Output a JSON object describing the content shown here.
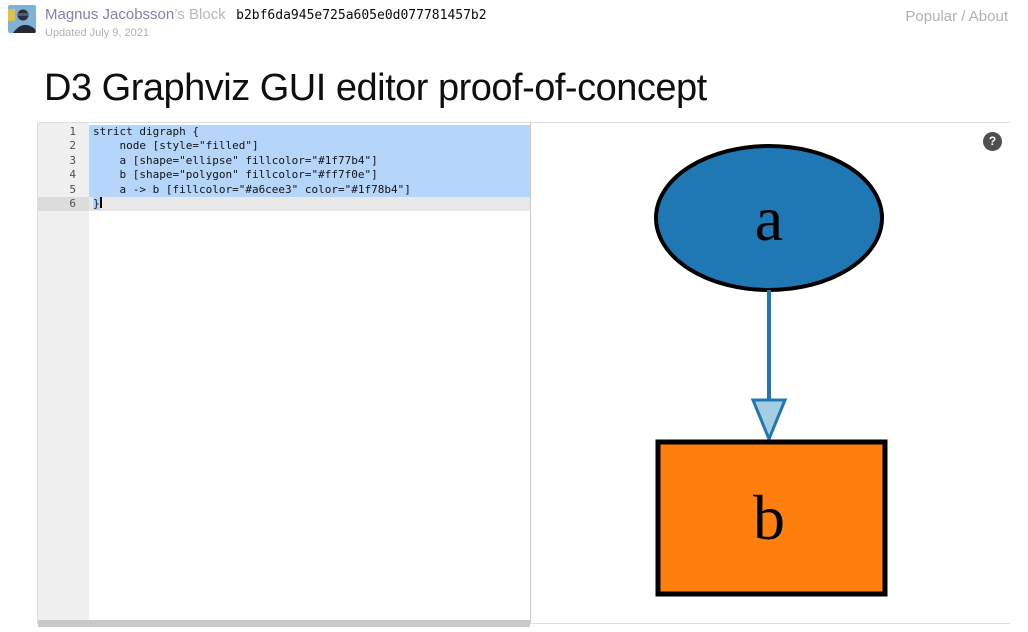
{
  "header": {
    "author": "Magnus Jacobsson",
    "author_suffix": "’s Block",
    "block_id": "b2bf6da945e725a605e0d077781457b2",
    "updated": "Updated July 9, 2021",
    "nav": {
      "popular": "Popular",
      "separator": " / ",
      "about": "About"
    }
  },
  "page": {
    "title": "D3 Graphviz GUI editor proof-of-concept"
  },
  "editor": {
    "selection_color": "#b5d5fb",
    "active_line_color": "#e8e8e8",
    "cursor_color": "#000000",
    "gutter_background": "#f0f0f0",
    "lines": [
      {
        "num": "1",
        "code": "strict digraph {"
      },
      {
        "num": "2",
        "code": "    node [style=\"filled\"]"
      },
      {
        "num": "3",
        "code": "    a [shape=\"ellipse\" fillcolor=\"#1f77b4\"]"
      },
      {
        "num": "4",
        "code": "    b [shape=\"polygon\" fillcolor=\"#ff7f0e\"]"
      },
      {
        "num": "5",
        "code": "    a -> b [fillcolor=\"#a6cee3\" color=\"#1f78b4\"]"
      },
      {
        "num": "6",
        "code": "}"
      }
    ]
  },
  "graph": {
    "help_label": "?",
    "node_a": {
      "label": "a",
      "shape": "ellipse",
      "fill": "#1f77b4",
      "stroke": "#000000"
    },
    "node_b": {
      "label": "b",
      "shape": "polygon",
      "fill": "#ff7f0e",
      "stroke": "#000000"
    },
    "edge": {
      "color": "#1f78b4",
      "arrow_fill": "#a6cee3"
    }
  }
}
